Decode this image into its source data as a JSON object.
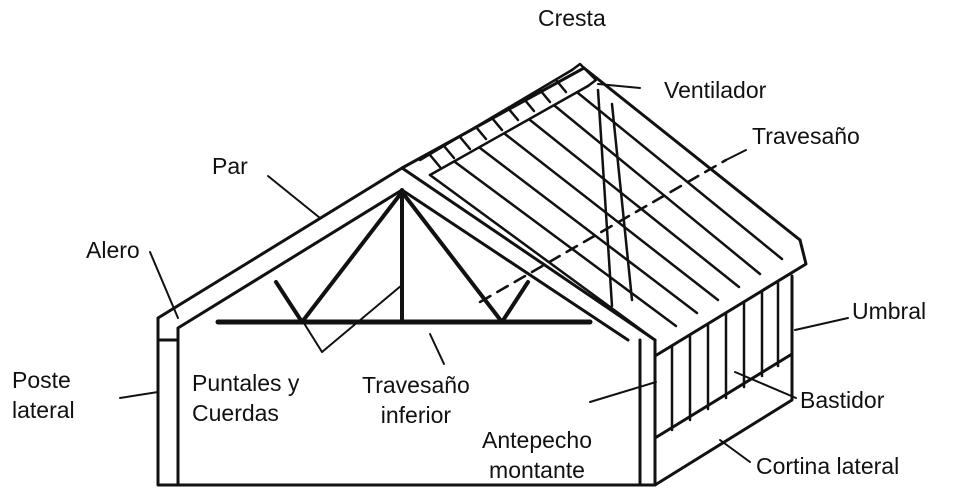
{
  "labels": {
    "cresta": "Cresta",
    "ventilador": "Ventilador",
    "travesano": "Travesaño",
    "par": "Par",
    "alero": "Alero",
    "umbral": "Umbral",
    "poste_lateral": [
      "Poste",
      "lateral"
    ],
    "puntales": [
      "Puntales y",
      "Cuerdas"
    ],
    "travesano_inferior": [
      "Travesaño",
      "inferior"
    ],
    "bastidor": "Bastidor",
    "antepecho": [
      "Antepecho",
      "montante"
    ],
    "cortina_lateral": "Cortina lateral"
  },
  "colors": {
    "line": "#111111",
    "background": "#ffffff"
  }
}
